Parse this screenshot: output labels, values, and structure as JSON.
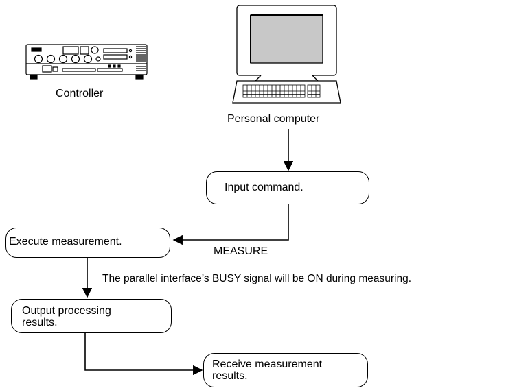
{
  "devices": {
    "controller_label": "Controller",
    "pc_label": "Personal computer"
  },
  "flow": {
    "input_command": "Input command.",
    "execute_measurement": "Execute measurement.",
    "command_name": "MEASURE",
    "busy_note": "The parallel interface’s BUSY signal will be ON during measuring.",
    "output_processing_line1": "Output processing",
    "output_processing_line2": "results.",
    "receive_line1": "Receive measurement",
    "receive_line2": "results."
  },
  "colors": {
    "line": "#000000",
    "screen": "#c8c8c8",
    "background": "#ffffff"
  }
}
